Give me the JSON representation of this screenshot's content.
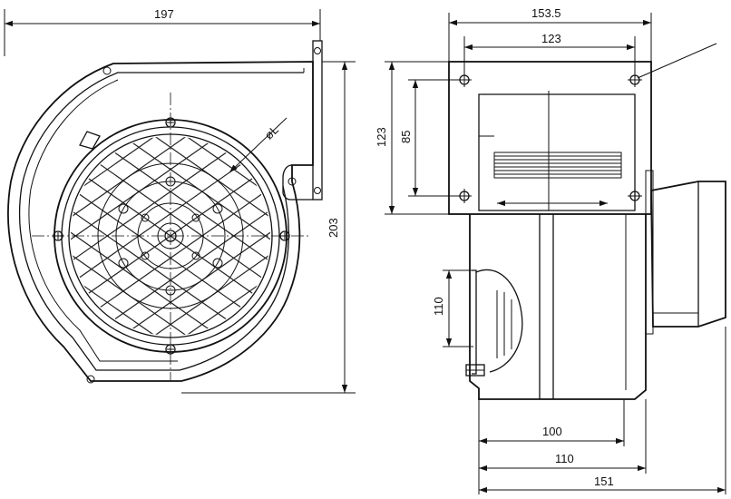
{
  "front_view": {
    "width_label": "197",
    "height_label": "203",
    "diameter_label": "øL"
  },
  "side_view": {
    "flange_width_label": "153.5",
    "hole_spacing_h_label": "123",
    "flange_height_label": "123",
    "hole_spacing_v_label": "85",
    "outlet_label": "110",
    "depth_100_label": "100",
    "depth_110_label": "110",
    "depth_151_label": "151"
  }
}
